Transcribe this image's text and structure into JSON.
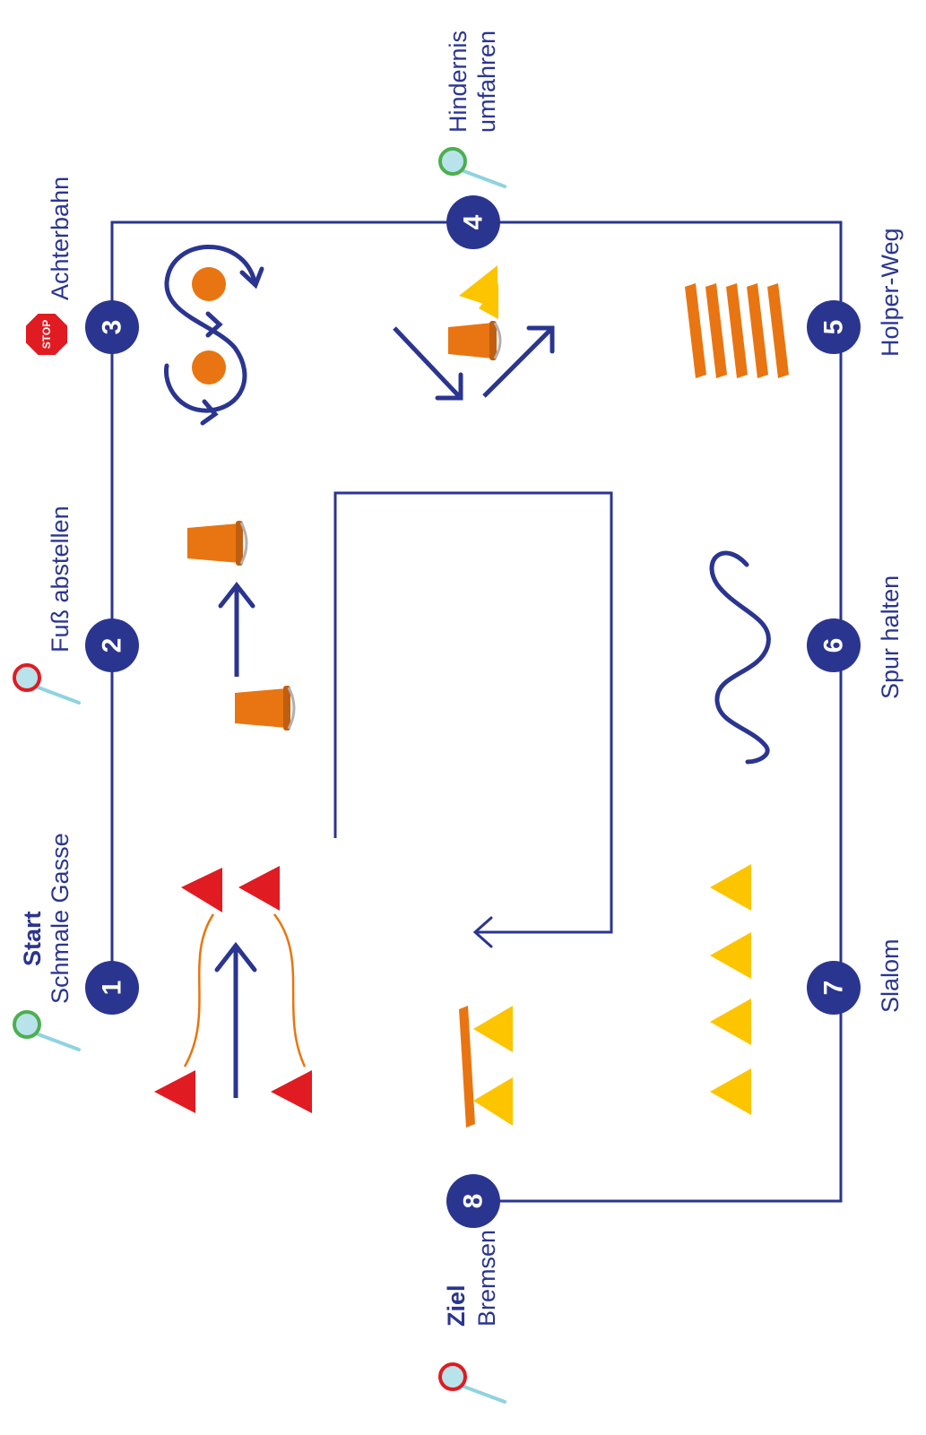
{
  "stations": [
    {
      "number": "1",
      "prefix": "Start",
      "label": "Schmale Gasse"
    },
    {
      "number": "2",
      "prefix": "",
      "label": "Fuß abstellen"
    },
    {
      "number": "3",
      "prefix": "",
      "label": "Achterbahn"
    },
    {
      "number": "4",
      "prefix": "",
      "label": "Hindernis",
      "label2": "umfahren"
    },
    {
      "number": "5",
      "prefix": "",
      "label": "Holper-Weg"
    },
    {
      "number": "6",
      "prefix": "",
      "label": "Spur halten"
    },
    {
      "number": "7",
      "prefix": "",
      "label": "Slalom"
    },
    {
      "number": "8",
      "prefix": "Ziel",
      "label": "Bremsen"
    }
  ],
  "stop_sign": "STOP",
  "colors": {
    "navy": "#2a3590",
    "orange": "#e87511",
    "red": "#e01b22",
    "yellow": "#fcc500",
    "start_green": "#4caf50",
    "finish_red": "#e01b22"
  },
  "icons": [
    "magnifier-start-icon",
    "magnifier-red-icon",
    "stop-sign-icon",
    "magnifier-green-icon",
    "magnifier-finish-icon",
    "bucket-icon",
    "cone-icon",
    "ball-icon",
    "plank-icon"
  ]
}
